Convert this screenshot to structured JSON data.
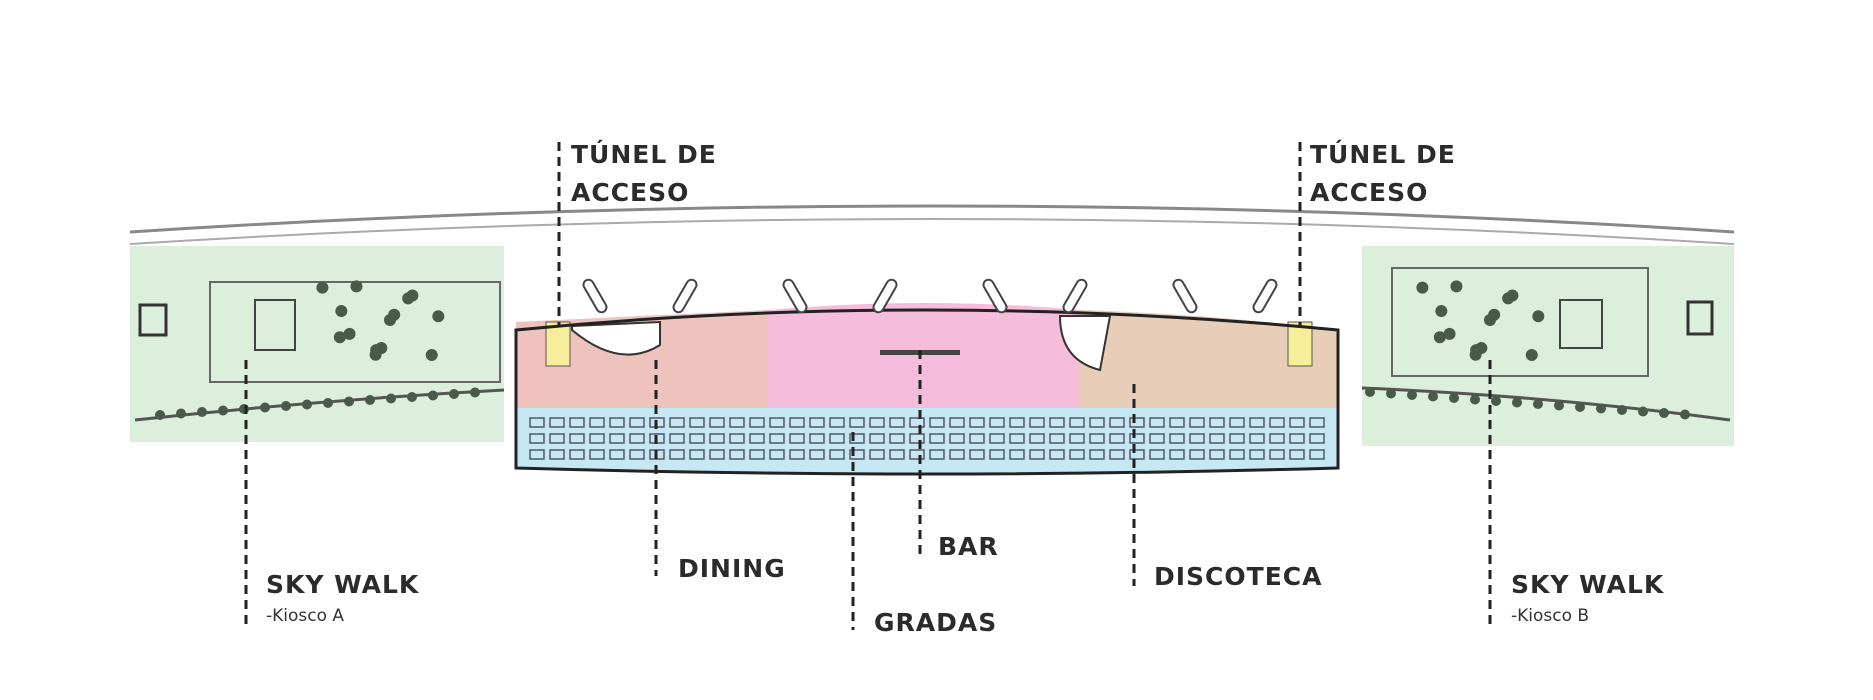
{
  "labels": {
    "tunnel_left": {
      "line1": "TÚNEL DE",
      "line2": "ACCESO"
    },
    "tunnel_right": {
      "line1": "TÚNEL DE",
      "line2": "ACCESO"
    },
    "skywalk_left": {
      "title": "SKY WALK",
      "sub": "-Kiosco A"
    },
    "dining": "DINING",
    "gradas": "GRADAS",
    "bar": "BAR",
    "discoteca": "DISCOTECA",
    "skywalk_right": {
      "title": "SKY WALK",
      "sub": "-Kiosco B"
    }
  },
  "colors": {
    "skywalk": "#dcefdc",
    "dining": "#eec3bd",
    "bar": "#f6bcdc",
    "discoteca": "#e8cdb8",
    "gradas": "#c6e8f4",
    "tunnel": "#f6ee9a",
    "ink": "#2b2b2b"
  }
}
